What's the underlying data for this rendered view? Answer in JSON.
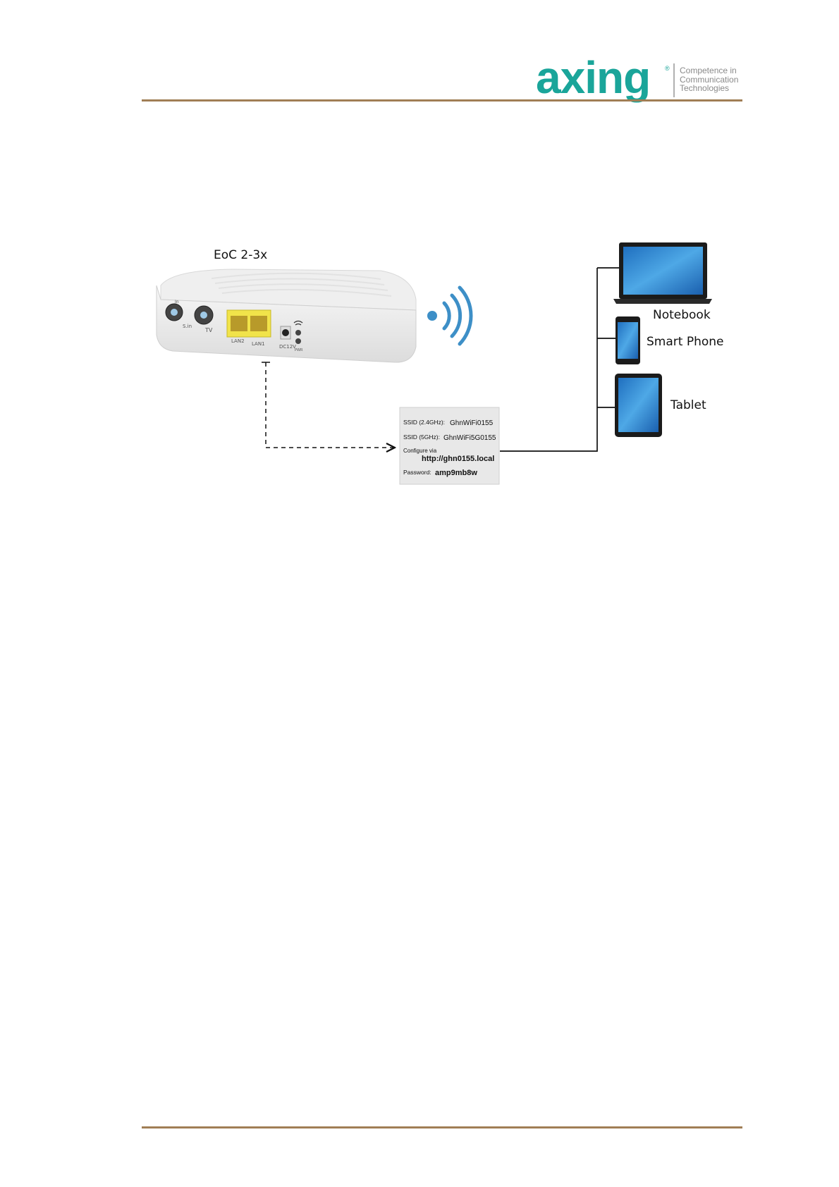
{
  "header": {
    "logo_word": "axing",
    "logo_registered": "®",
    "tagline": [
      "Competence in",
      "Communication",
      "Technologies"
    ]
  },
  "diagram": {
    "device_title": "EoC 2-3x",
    "device_ports": {
      "in": "In",
      "sat": "S.in",
      "tv": "TV",
      "lan2": "LAN2",
      "lan1": "LAN1",
      "dc": "DC12V",
      "pwr": "PWR"
    },
    "label_card": {
      "ssid24_key": "SSID (2.4GHz):",
      "ssid24_value": "GhnWiFi0155",
      "ssid5_key": "SSID (5GHz):",
      "ssid5_value": "GhnWiFi5G0155",
      "configure": "Configure via",
      "url": "http://ghn0155.local",
      "password_key": "Password:",
      "password_value": "amp9mb8w"
    },
    "devices": {
      "notebook": "Notebook",
      "smartphone": "Smart Phone",
      "tablet": "Tablet"
    },
    "colors": {
      "accent": "#1aa59a",
      "rule": "#a07e55",
      "wifi": "#3d8fc7",
      "port_yellow": "#f1e34a",
      "screen_blue": "#2e8fd6"
    }
  }
}
